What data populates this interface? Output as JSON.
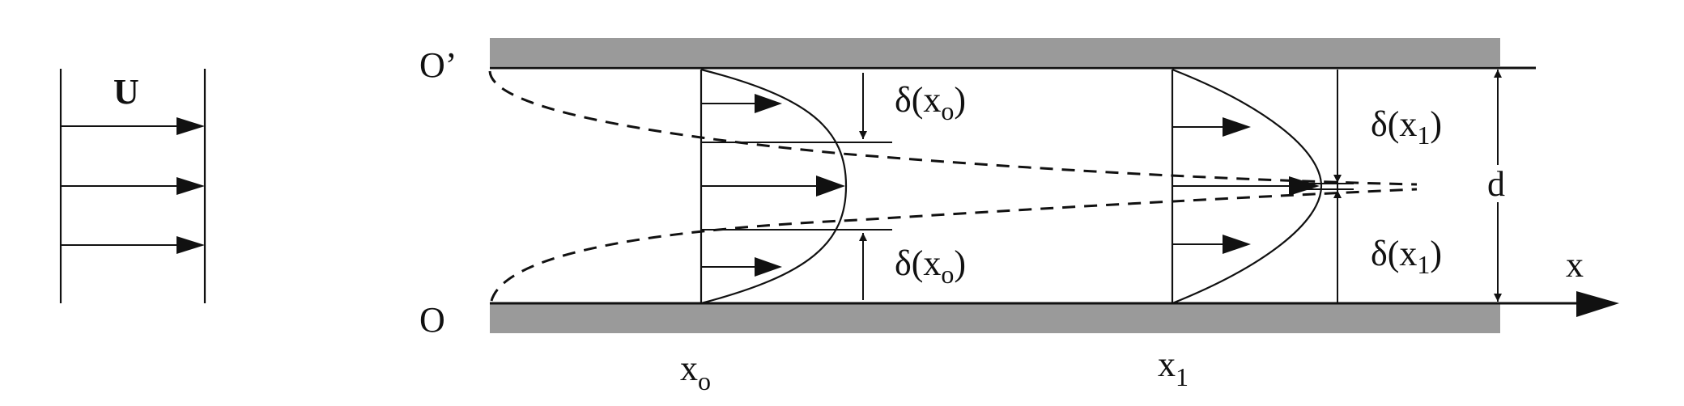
{
  "labels": {
    "U": "U",
    "O_prime": "O’",
    "O": "O",
    "delta_symbol": "δ(x",
    "close_paren": ")",
    "sub_o": "o",
    "sub_1": "1",
    "x_letter": "x",
    "d": "d"
  },
  "colors": {
    "ink": "#111111",
    "wall": "#9a9a9a",
    "background": "#ffffff"
  }
}
